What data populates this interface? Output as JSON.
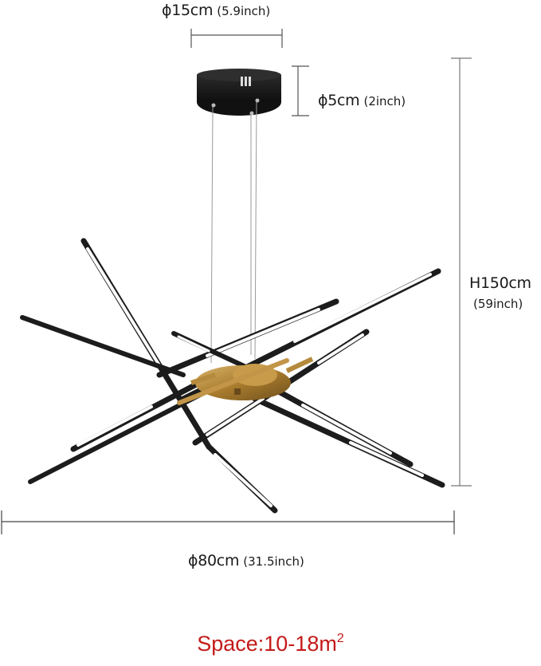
{
  "dimensions": {
    "canopy_diameter": {
      "main": "ϕ15cm",
      "sub": "(5.9inch)"
    },
    "canopy_height": {
      "main": "ϕ5cm",
      "sub": "(2inch)"
    },
    "total_height": {
      "main": "H150cm",
      "sub": "(59inch)"
    },
    "fixture_diameter": {
      "main": "ϕ80cm",
      "sub": "(31.5inch)"
    }
  },
  "space": {
    "label": "Space:10-18m",
    "superscript": "2",
    "color": "#c41a1a"
  },
  "colors": {
    "arm_black": "#1c1c1c",
    "tube_light": "#ffffff",
    "brass": "#b58a3c",
    "dimension_line": "#555555"
  }
}
